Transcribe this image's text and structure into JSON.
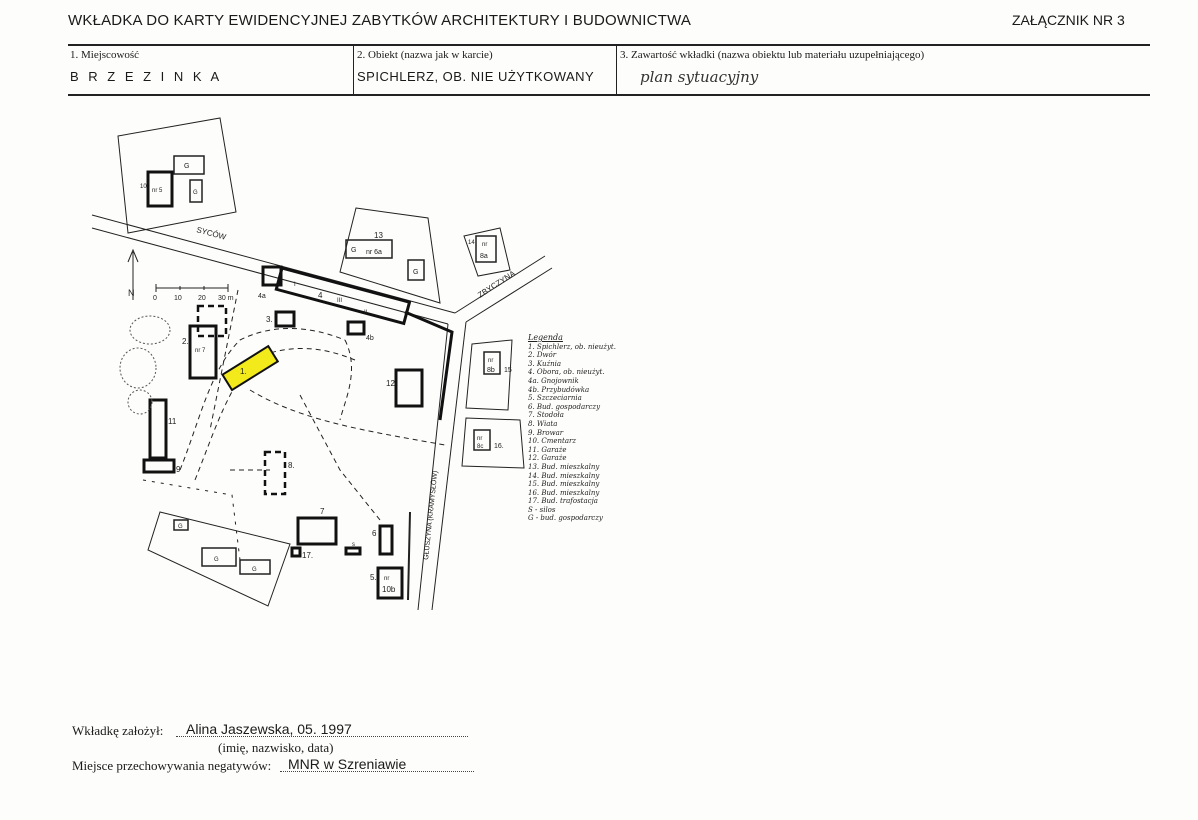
{
  "header": {
    "title": "WKŁADKA DO KARTY EWIDENCYJNEJ ZABYTKÓW ARCHITEKTURY I BUDOWNICTWA",
    "annex": "ZAŁĄCZNIK NR 3"
  },
  "form": {
    "field1_label": "1.  Miejscowość",
    "field1_value": "B R Z E Z I N K A",
    "field2_label": "2. Obiekt (nazwa jak w karcie)",
    "field2_value": "SPICHLERZ, OB. NIE UŻYTKOWANY",
    "field3_label": "3. Zawartość wkładki (nazwa obiektu lub materiału uzupełniającego)",
    "field3_value": "plan sytuacyjny"
  },
  "map": {
    "road_sycow": "SYCÓW",
    "road_zbyczyna": "ZBYCZYNA",
    "road_gluszyna": "GŁUSZYNA (KRAMYSŁÓW)",
    "scale_labels": [
      "0",
      "10",
      "20",
      "30 m"
    ],
    "north": "N",
    "plot_labels": {
      "b1": "1.",
      "b2": "2.",
      "b2nr": "nr 7",
      "b3": "3.",
      "b4": "4",
      "b4a": "4a",
      "b4b": "4b",
      "b4i": "I",
      "b4iii": "III",
      "b4ii": "II",
      "b5": "5.",
      "b5nr": "nr",
      "b5num": "10b",
      "b6": "6",
      "b7": "7",
      "b8": "8.",
      "b9": "9",
      "b11": "11",
      "b12": "12",
      "b13": "13",
      "b13nr": "nr 6a",
      "b14": "14",
      "b14nr": "nr",
      "b14num": "8a",
      "b15": "15",
      "b15nr": "nr",
      "b15num": "8b",
      "b16": "16.",
      "b16nr": "nr",
      "b16num": "8c",
      "b17": "17.",
      "b10": "10",
      "b10nr": "nr 5",
      "g": "G",
      "s": "s"
    }
  },
  "legend": {
    "title": "Legenda",
    "items": [
      "1. Spichlerz, ob. nieużyt.",
      "2. Dwór",
      "3. Kuźnia",
      "4. Obora, ob. nieużyt.",
      "4a. Gnojownik",
      "4b. Przybudówka",
      "5. Szczeciarnia",
      "6. Bud. gospodarczy",
      "7. Stodoła",
      "8. Wiata",
      "9. Browar",
      "10. Cmentarz",
      "11. Garaże",
      "12. Garaże",
      "13. Bud. mieszkalny",
      "14. Bud. mieszkalny",
      "15. Bud. mieszkalny",
      "16. Bud. mieszkalny",
      "17. Bud. trafostacja",
      "S - silos",
      "G - bud. gospodarczy"
    ]
  },
  "footer": {
    "author_label": "Wkładkę założył:",
    "author_value": "Alina Jaszewska, 05. 1997",
    "author_hint": "(imię, nazwisko, data)",
    "storage_label": "Miejsce przechowywania negatywów:",
    "storage_value": "MNR w Szreniawie"
  },
  "colors": {
    "highlight": "#f2ea1a",
    "ink": "#1a1a1a",
    "paper": "#fdfdfb"
  }
}
